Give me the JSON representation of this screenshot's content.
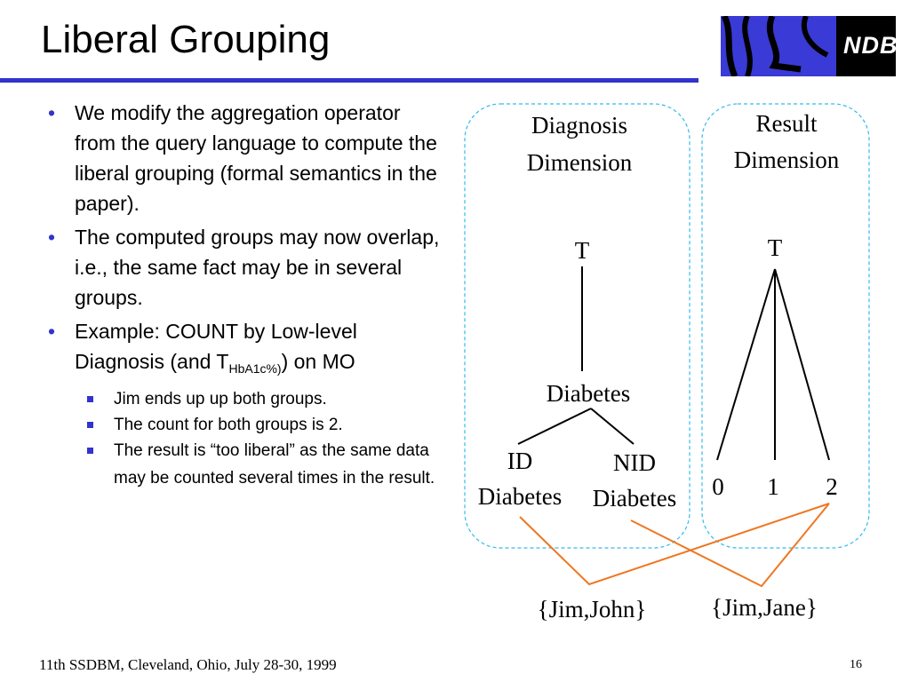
{
  "slide": {
    "title": "Liberal Grouping",
    "logo_text": "NDB",
    "footer": "11th SSDBM, Cleveland, Ohio, July 28-30, 1999",
    "page_number": "16"
  },
  "bullets": {
    "b1": "We modify the aggregation operator from the query language to compute the liberal grouping (formal semantics in the paper).",
    "b2": "The computed groups may now overlap, i.e., the same fact may be in several groups.",
    "b3_main": "Example: COUNT by Low-level Diagnosis (and T",
    "b3_sub": "HbA1c%)",
    "b3_end": ") on MO",
    "sub": [
      "Jim ends up up both groups.",
      "The count for both groups is 2.",
      "The result is “too liberal” as the same data may be counted several times in the result."
    ]
  },
  "diagram": {
    "diag_dim": {
      "line1": "Diagnosis",
      "line2": "Dimension",
      "top": "T",
      "mid": "Diabetes",
      "leaf1_l1": "ID",
      "leaf1_l2": "Diabetes",
      "leaf2_l1": "NID",
      "leaf2_l2": "Diabetes"
    },
    "result_dim": {
      "line1": "Result",
      "line2": "Dimension",
      "top": "T",
      "v0": "0",
      "v1": "1",
      "v2": "2"
    },
    "groups": [
      "{Jim,John}",
      "{Jim,Jane}"
    ],
    "colors": {
      "frame": "#33bbee",
      "link": "#ee7722"
    }
  }
}
